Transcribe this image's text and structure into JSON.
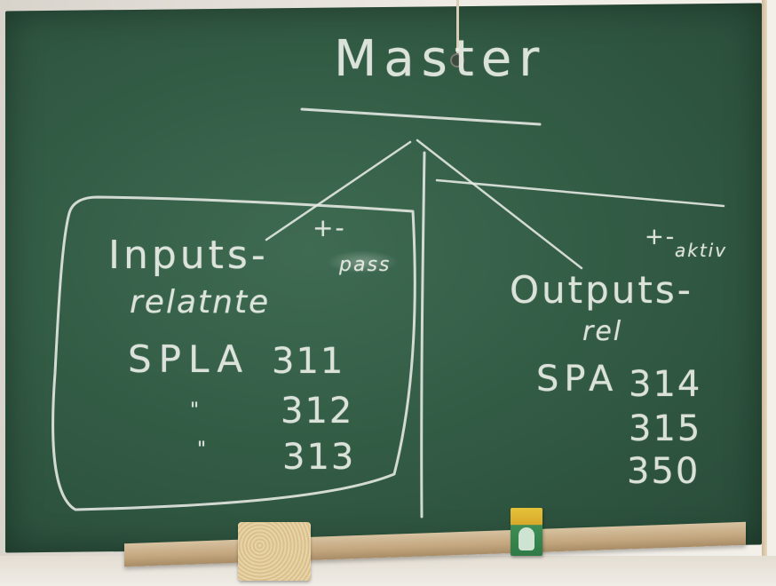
{
  "board": {
    "title": "Master",
    "left": {
      "sign": "+-",
      "note": "pass",
      "heading": "Inputs-",
      "subheading": "relatnte",
      "code_label": "SPLA",
      "codes": [
        "311",
        "312",
        "313"
      ],
      "ditto": [
        "\"",
        "\""
      ]
    },
    "right": {
      "sign": "+-",
      "note": "aktiv",
      "heading": "Outputs-",
      "subheading": "rel",
      "code_label": "SPA",
      "codes": [
        "314",
        "315",
        "350"
      ]
    }
  },
  "colors": {
    "board": "#335c45",
    "chalk": "#e8ece6",
    "tray": "#c3a67e",
    "wall": "#efebe5"
  },
  "objects": {
    "eraser": "sponge",
    "chalk_box": "chalk-box"
  }
}
